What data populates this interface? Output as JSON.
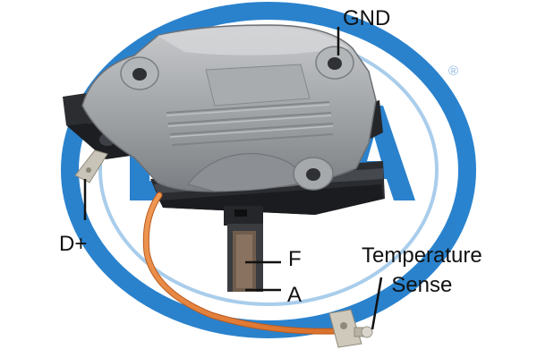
{
  "logo": {
    "text": "ERA",
    "registered_mark": "®",
    "color": "#1a75c4"
  },
  "labels": {
    "gnd": "GND",
    "d_plus": "D+",
    "f": "F",
    "a": "A",
    "temperature_line1": "Temperature",
    "temperature_line2": "Sense"
  },
  "colors": {
    "housing": "#9ea1a4",
    "base": "#2a2c30",
    "wire": "#e5813a",
    "brush": "#7a6452"
  }
}
